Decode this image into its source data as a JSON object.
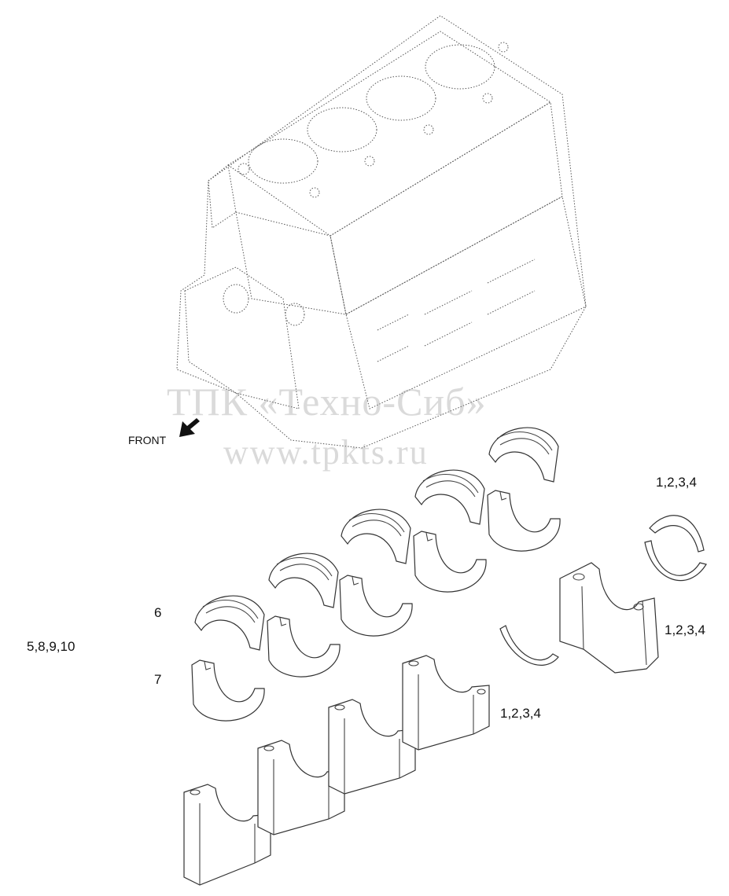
{
  "labels": {
    "front": "FRONT",
    "group_left": "5,8,9,10",
    "part_upper_shell": "6",
    "part_lower_shell": "7",
    "thrust_washers_top": "1,2,3,4",
    "thrust_block": "1,2,3,4",
    "thrust_washer_lower": "1,2,3,4"
  },
  "watermark": {
    "line1": "ТПК «Техно-Сиб»",
    "line2": "www.tpkts.ru"
  },
  "icons": {
    "front_arrow": "arrow-down-left-icon"
  },
  "colors": {
    "line": "#444444",
    "watermark": "#969696"
  }
}
